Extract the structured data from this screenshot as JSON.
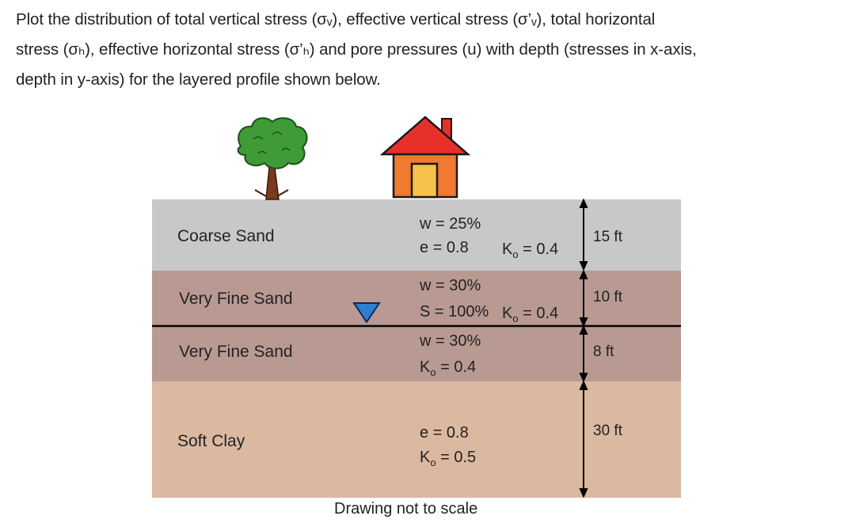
{
  "problem": {
    "line1": "Plot the distribution of total vertical stress (σᵥ), effective vertical stress (σ’ᵥ), total horizontal",
    "line2": "stress (σₕ), effective horizontal stress (σ’ₕ) and pore pressures (u) with depth (stresses in x-axis,",
    "line3": "depth in y-axis) for the layered profile shown below."
  },
  "icons": {
    "tree": "tree-icon",
    "house": "house-icon",
    "water_table": "water-table-triangle-icon"
  },
  "layers": [
    {
      "name": "Coarse Sand",
      "color": "#c8c8c8",
      "w": "w = 25%",
      "e": "e = 0.8",
      "ko_prefix": "K",
      "ko_sub": "o",
      "ko_value": " = 0.4",
      "thickness": "15 ft"
    },
    {
      "name": "Very Fine Sand",
      "color": "#b99a93",
      "w": "w = 30%",
      "s": "S = 100%",
      "ko_prefix": "K",
      "ko_sub": "o",
      "ko_value": " = 0.4",
      "thickness": "10 ft"
    },
    {
      "name": "Very Fine Sand",
      "color": "#b99a93",
      "w": "w = 30%",
      "ko_prefix": "K",
      "ko_sub": "o",
      "ko_value": " = 0.4",
      "thickness": "8 ft"
    },
    {
      "name": "Soft Clay",
      "color": "#dbb8a0",
      "e": "e = 0.8",
      "ko_prefix": "K",
      "ko_sub": "o",
      "ko_value": " = 0.5",
      "thickness": "30 ft"
    }
  ],
  "caption": "Drawing not to scale",
  "colors": {
    "water_table": "#2f7fd1",
    "house_roof": "#e8302b",
    "house_wall": "#ef7a30",
    "house_door": "#f6c04a",
    "tree_foliage": "#3f9b38",
    "tree_trunk": "#7a3a1c"
  }
}
